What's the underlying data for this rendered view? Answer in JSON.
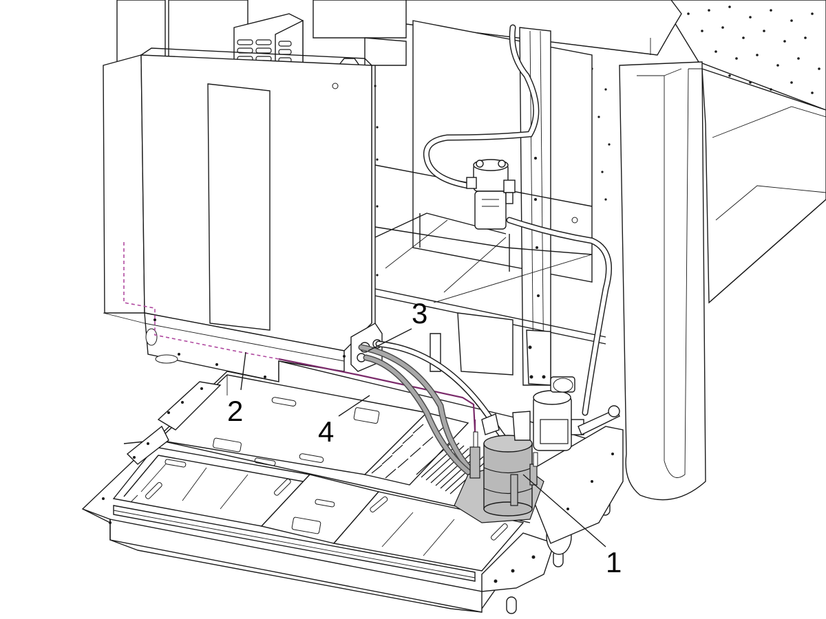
{
  "callouts": {
    "one": "1",
    "two": "2",
    "three": "3",
    "four": "4"
  },
  "colors": {
    "line": "#1a1a1a",
    "highlight_pipe": "#7a2a6a",
    "dashed_route": "#b04aa0",
    "grey_hose": "#a8a8a8",
    "component_fill": "#b9b9b9"
  }
}
